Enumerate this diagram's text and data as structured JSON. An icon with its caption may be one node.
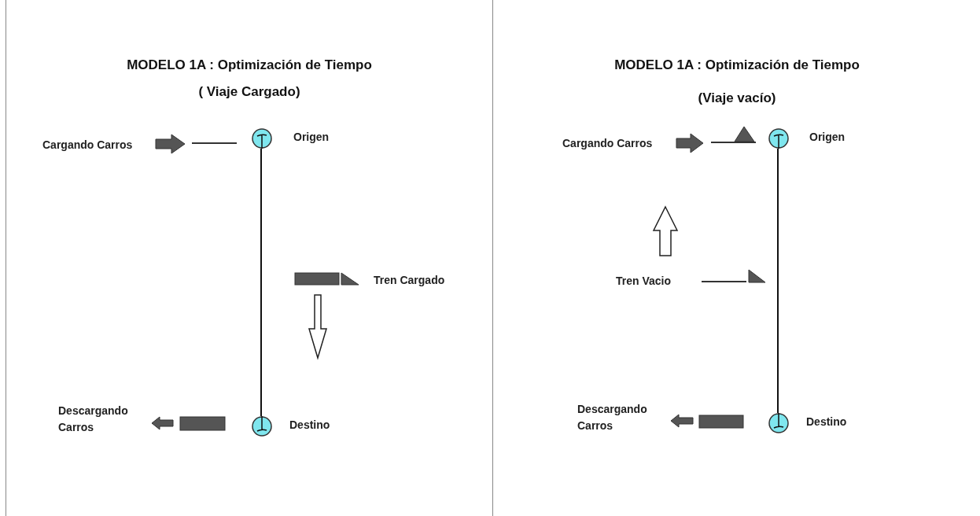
{
  "diagram": {
    "nodes": [
      {
        "text": [
          "MODELO 1A : Optimización de Tiempo",
          "( Viaje Cargado)"
        ]
      },
      {
        "text": [],
        "shape": "circle",
        "in": 0,
        "beside": [
          "Origen"
        ]
      },
      {
        "text": [],
        "shape": "circle",
        "in": 0,
        "beside": [
          "Destino"
        ]
      },
      {
        "text": [
          "MODELO 1A : Optimización de Tiempo",
          "(Viaje vacío)"
        ]
      },
      {
        "text": [],
        "shape": "circle",
        "in": 3,
        "beside": [
          "Origen"
        ]
      },
      {
        "text": [],
        "shape": "circle",
        "in": 3,
        "beside": [
          "Destino"
        ]
      }
    ],
    "edges": [
      {
        "from": 1,
        "to": 2,
        "arrow": "none"
      },
      {
        "from": 4,
        "to": 5,
        "arrow": "none"
      }
    ],
    "labels": [
      "Cargando Carros",
      "Tren Cargado",
      "Descargando Carros",
      "Cargando Carros",
      "Tren Vacio",
      "Descargando Carros"
    ]
  }
}
